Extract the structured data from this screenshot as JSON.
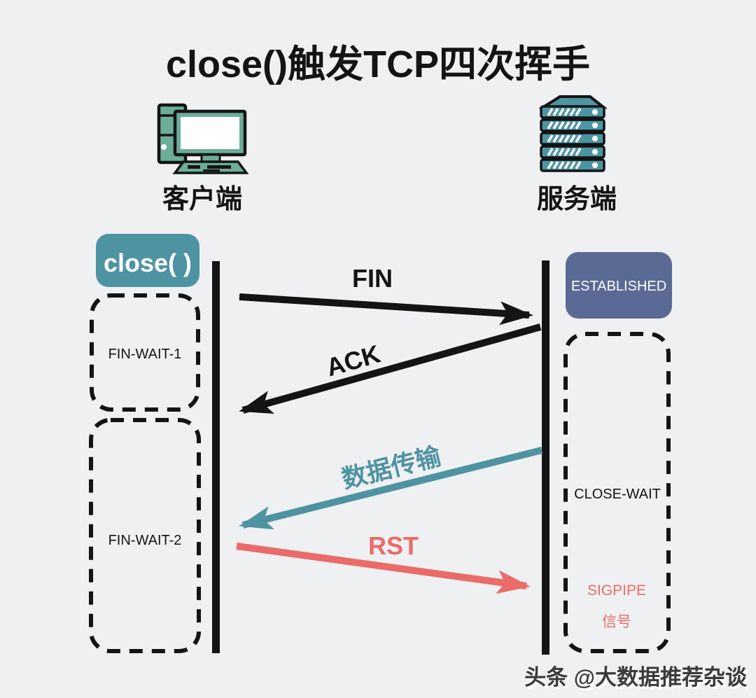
{
  "title": "close()触发TCP四次挥手",
  "participants": {
    "client": "客户端",
    "server": "服务端"
  },
  "client_states": {
    "close_call": "close( )",
    "fin_wait_1": "FIN-WAIT-1",
    "fin_wait_2": "FIN-WAIT-2"
  },
  "server_states": {
    "established": "ESTABLISHED",
    "close_wait": "CLOSE-WAIT",
    "sigpipe": "SIGPIPE",
    "sigpipe_signal": "信号"
  },
  "messages": {
    "fin": "FIN",
    "ack": "ACK",
    "data_transfer": "数据传输",
    "rst": "RST"
  },
  "watermark": "头条 @大数据推荐杂谈",
  "colors": {
    "background": "#EFF0F2",
    "teal": "#4E93A1",
    "computer_teal": "#6CAD9A",
    "navy": "#5A6A94",
    "salmon": "#E96C68",
    "ink": "#141414"
  }
}
